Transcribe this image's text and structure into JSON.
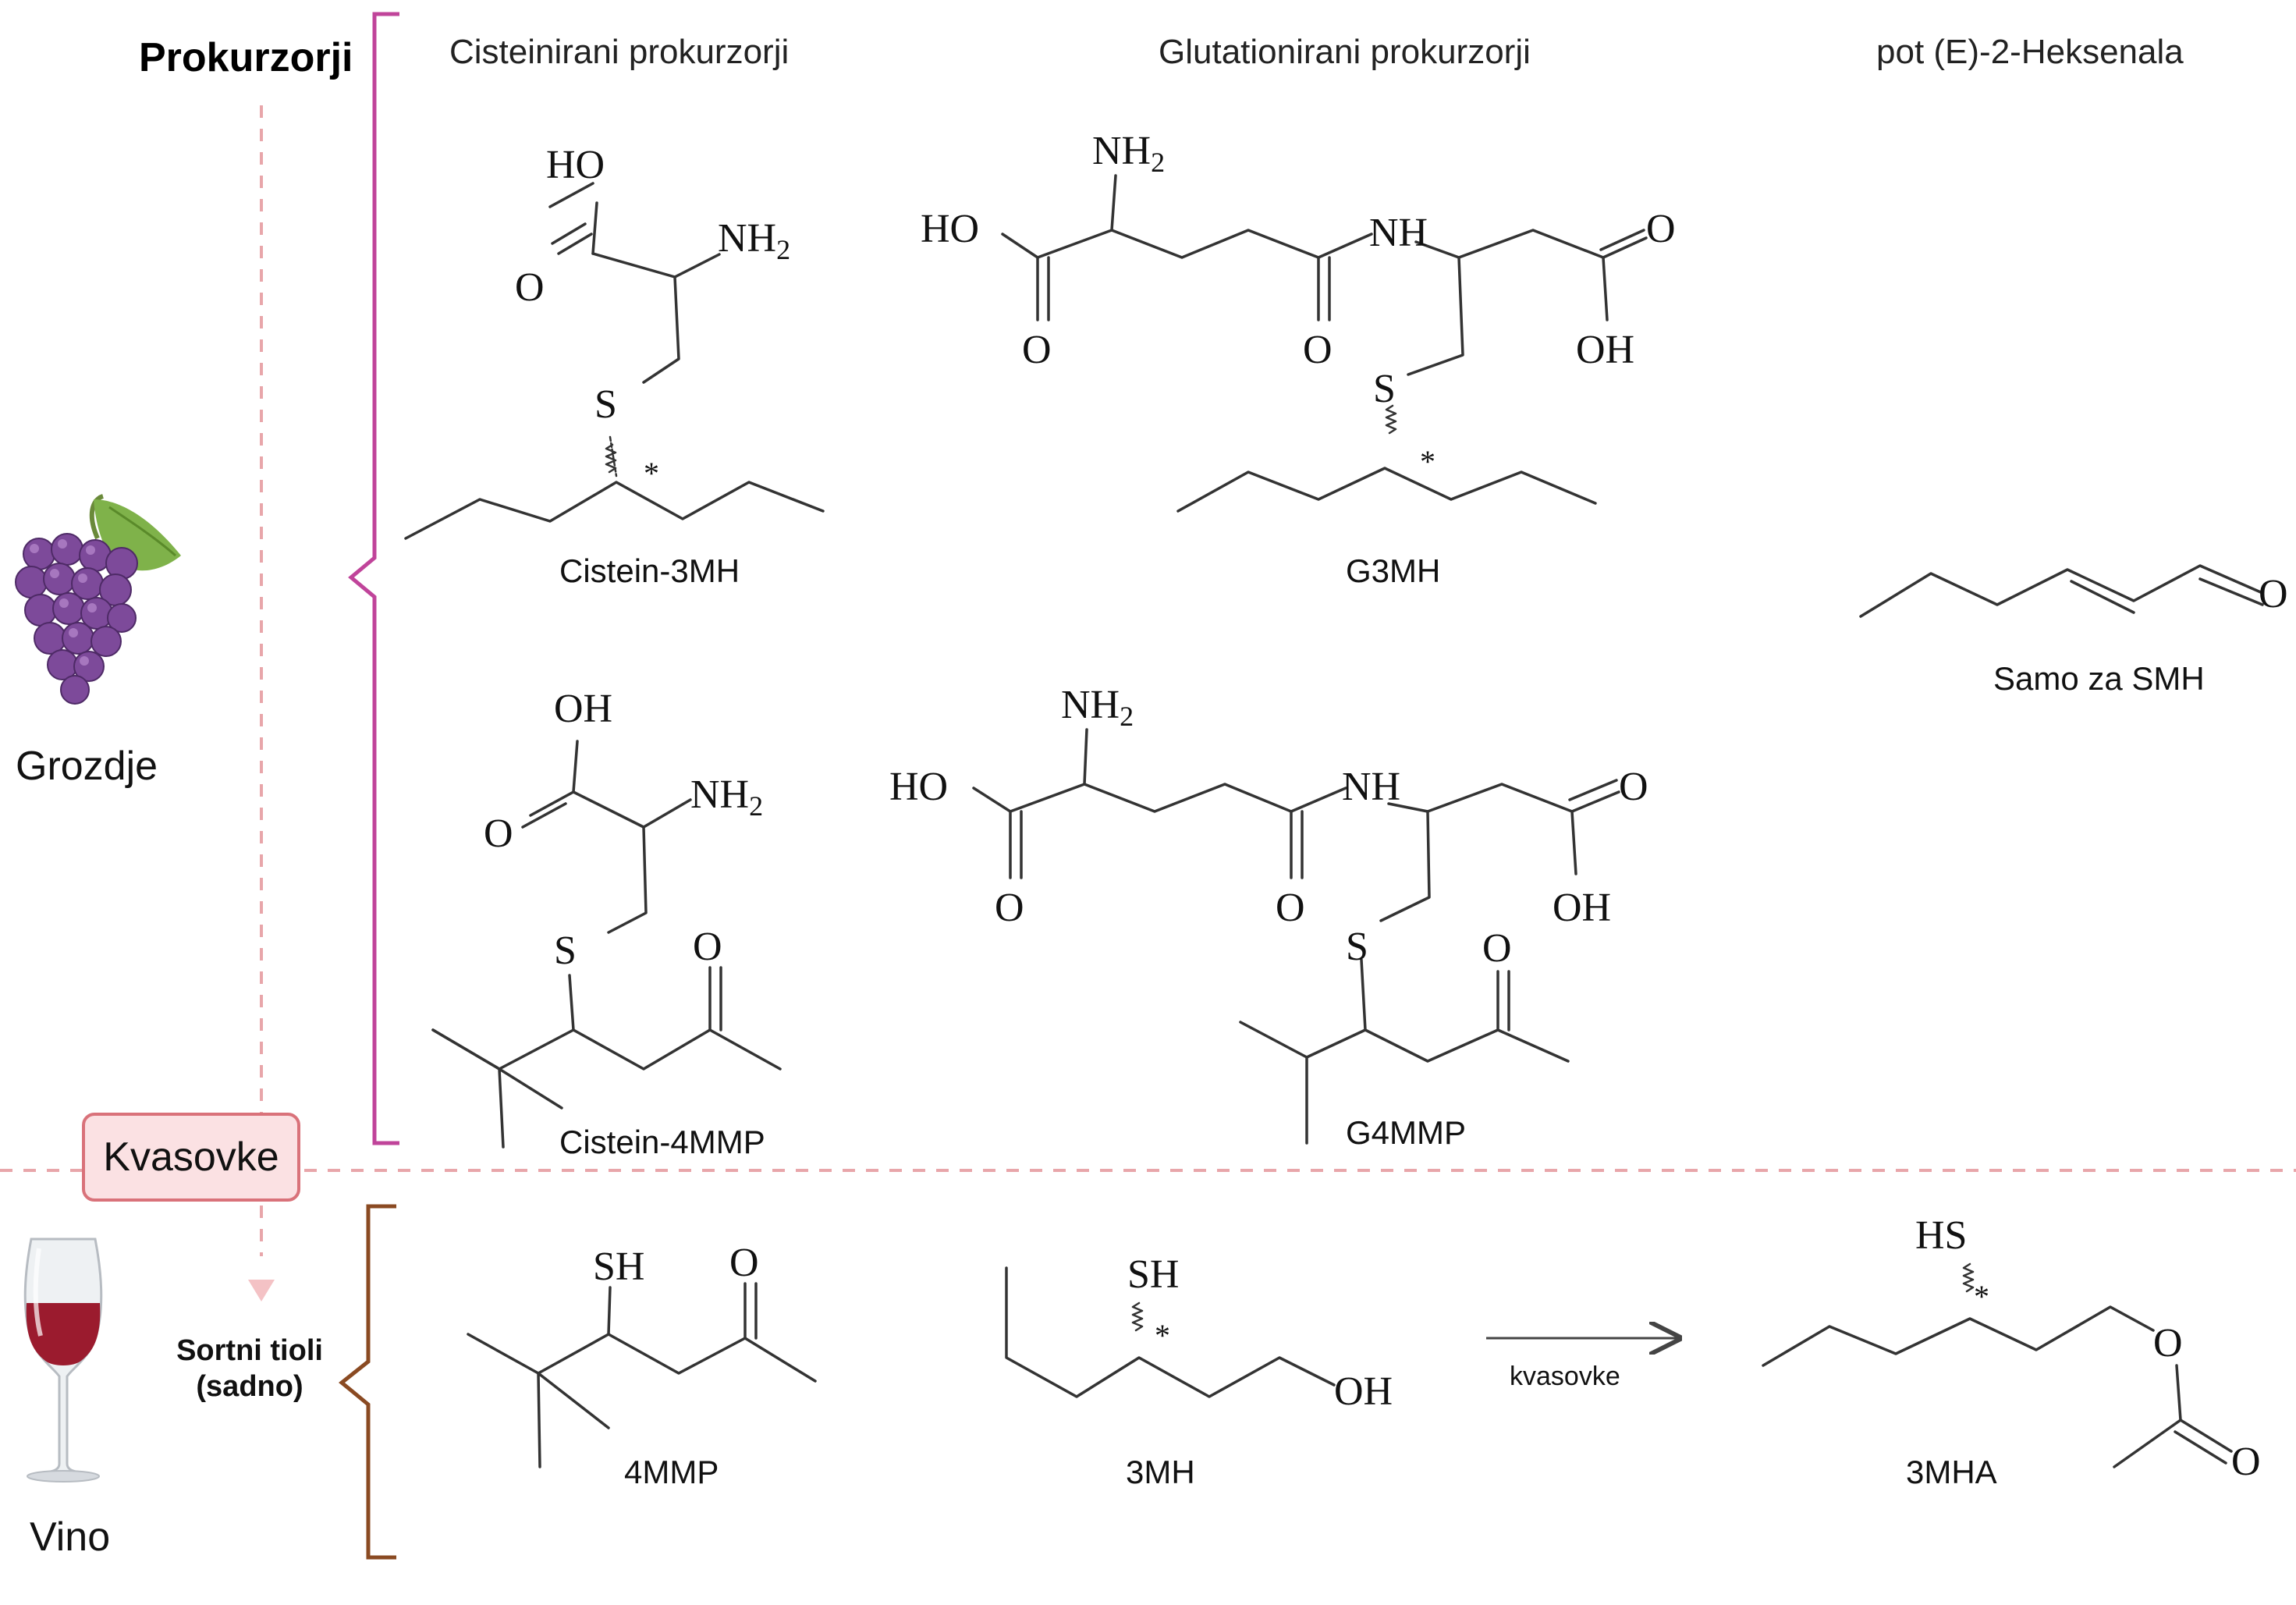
{
  "title": "Prokurzorji",
  "columns": {
    "cysteine": "Cisteinirani prokurzorji",
    "glutathione": "Glutationirani prokurzorji",
    "hexenal": "pot (E)-2-Heksenala"
  },
  "stages": {
    "grape": "Grozdje",
    "yeast": "Kvasovke",
    "wine": "Vino"
  },
  "thiols_label_line1": "Sortni tioli",
  "thiols_label_line2": "(sadno)",
  "arrow_label": "kvasovke",
  "molecules": {
    "cys3mh": "Cistein-3MH",
    "g3mh": "G3MH",
    "hexenal": "Samo za SMH",
    "cys4mmp": "Cistein-4MMP",
    "g4mmp": "G4MMP",
    "m4mmp": "4MMP",
    "m3mh": "3MH",
    "m3mha": "3MHA"
  },
  "atoms": {
    "HO": "HO",
    "OH": "OH",
    "O": "O",
    "NH2_main": "NH",
    "NH2_sub": "2",
    "NH": "NH",
    "S": "S",
    "SH": "SH",
    "HS": "HS",
    "star": "*"
  },
  "colors": {
    "precursor_bracket": "#c0449a",
    "wine_bracket": "#8a4a22",
    "dashed_line": "#e8a6aa",
    "yeast_box_fill": "#fbe1e3",
    "yeast_box_border": "#d9727a",
    "structure_line": "#333333"
  }
}
